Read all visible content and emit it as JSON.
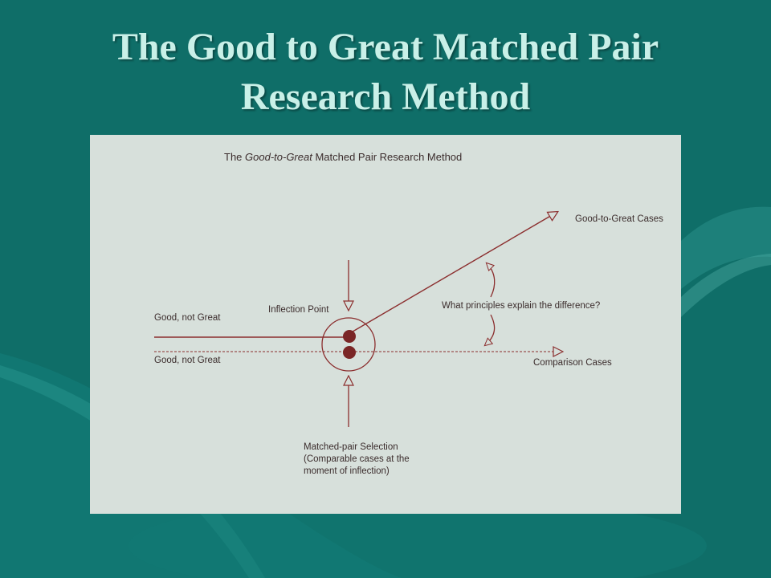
{
  "slide": {
    "title_line1": "The Good to Great Matched Pair",
    "title_line2": "Research Method",
    "background_color": "#0f6e68",
    "title_color": "#c9f0e8"
  },
  "figure": {
    "title_pre": "The ",
    "title_italic": "Good-to-Great",
    "title_post": " Matched Pair Research Method",
    "label_good_to_great": "Good-to-Great Cases",
    "label_question": "What principles explain the difference?",
    "label_inflection": "Inflection Point",
    "label_good_not_great_top": "Good, not Great",
    "label_good_not_great_bottom": "Good, not Great",
    "label_comparison": "Comparison Cases",
    "label_matched_line1": "Matched-pair Selection",
    "label_matched_line2": "(Comparable cases at the",
    "label_matched_line3": "moment of inflection)",
    "panel_color": "#d7e0db",
    "line_color": "#8b2e2e",
    "dot_color": "#7a2626"
  }
}
